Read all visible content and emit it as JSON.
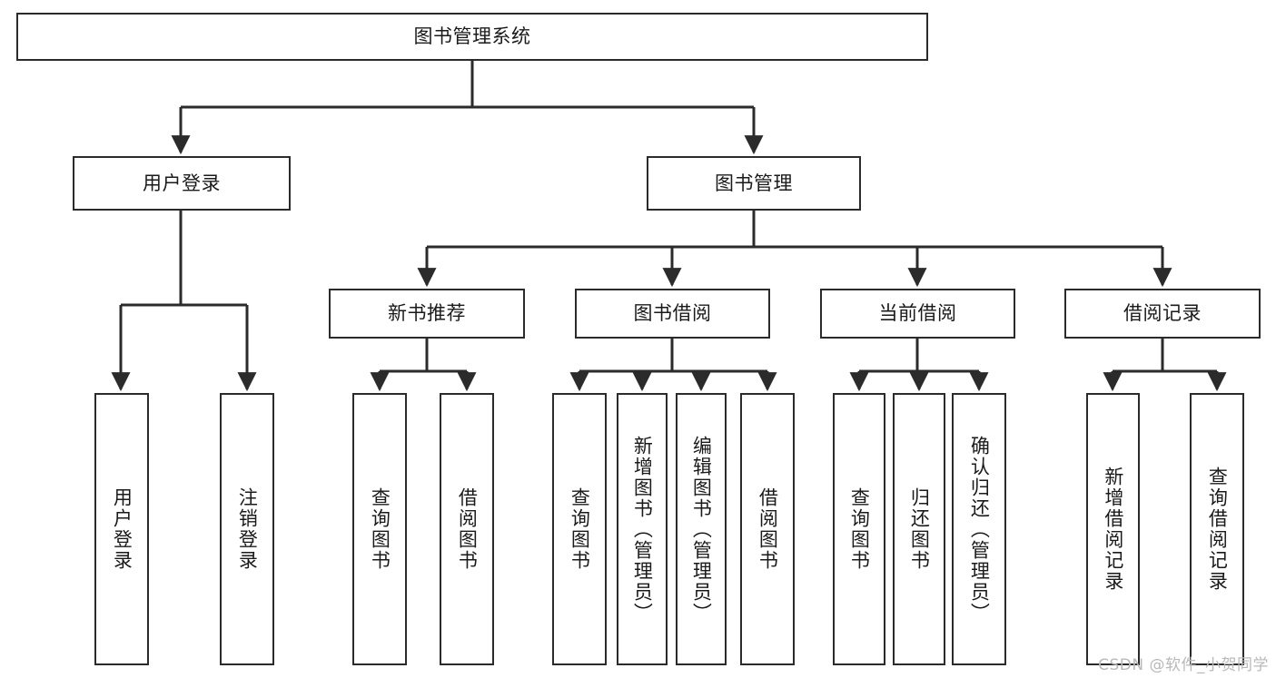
{
  "diagram": {
    "type": "tree-hierarchy",
    "title": "图书管理系统",
    "watermark": "CSDN @软件_小贺同学",
    "theme": {
      "background": "#ffffff",
      "box_border": "#2b2b2b",
      "box_fill": "#ffffff",
      "connector": "#2b2b2b",
      "text": "#1a1a1a",
      "watermark_color": "#b9b9b9"
    },
    "levels": {
      "root": {
        "label": "图书管理系统"
      },
      "level1": [
        {
          "label": "用户登录"
        },
        {
          "label": "图书管理"
        }
      ],
      "level2": [
        {
          "label": "新书推荐"
        },
        {
          "label": "图书借阅"
        },
        {
          "label": "当前借阅"
        },
        {
          "label": "借阅记录"
        }
      ],
      "leaves": [
        {
          "label": "用户登录",
          "parent": "用户登录"
        },
        {
          "label": "注销登录",
          "parent": "用户登录"
        },
        {
          "label": "查询图书",
          "parent": "新书推荐"
        },
        {
          "label": "借阅图书",
          "parent": "新书推荐"
        },
        {
          "label": "查询图书",
          "parent": "图书借阅"
        },
        {
          "label": "新增图书（管理员）",
          "parent": "图书借阅"
        },
        {
          "label": "编辑图书（管理员）",
          "parent": "图书借阅"
        },
        {
          "label": "借阅图书",
          "parent": "图书借阅"
        },
        {
          "label": "查询图书",
          "parent": "当前借阅"
        },
        {
          "label": "归还图书",
          "parent": "当前借阅"
        },
        {
          "label": "确认归还（管理员）",
          "parent": "当前借阅"
        },
        {
          "label": "新增借阅记录",
          "parent": "借阅记录"
        },
        {
          "label": "查询借阅记录",
          "parent": "借阅记录"
        }
      ]
    }
  }
}
